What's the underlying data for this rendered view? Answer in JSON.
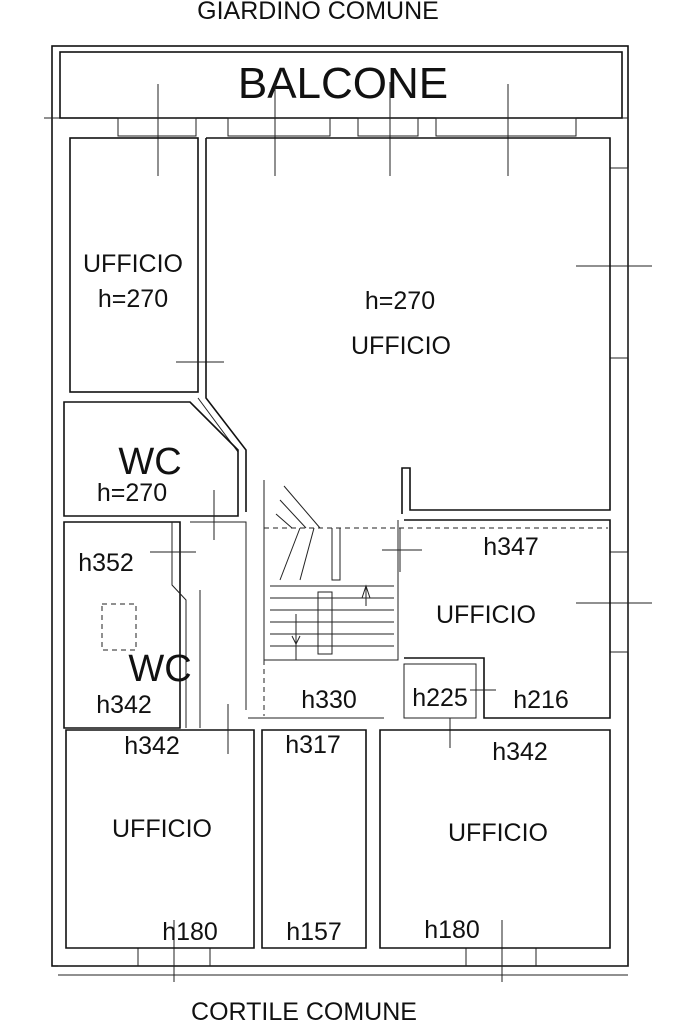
{
  "outside": {
    "top": "GIARDINO COMUNE",
    "bottom": "CORTILE COMUNE"
  },
  "balcony": "BALCONE",
  "rooms": {
    "office_top_left": {
      "name": "UFFICIO",
      "height": "h=270"
    },
    "office_main": {
      "name": "UFFICIO",
      "height": "h=270"
    },
    "wc_upper": {
      "name": "WC",
      "height": "h=270"
    },
    "wc_lower": {
      "name": "WC",
      "height": "h342"
    },
    "office_right_mid": {
      "name": "UFFICIO",
      "height": "h347"
    },
    "office_bottom_left": {
      "name": "UFFICIO",
      "height_top": "h342",
      "height_bottom": "h180"
    },
    "office_bottom_right": {
      "name": "UFFICIO",
      "height_top": "h342",
      "height_bottom": "h180"
    }
  },
  "heights": {
    "left_corridor": "h352",
    "hall": "h330",
    "small_room": "h225",
    "right_strip": "h216",
    "middle_room_top": "h317",
    "middle_room_bottom": "h157"
  }
}
